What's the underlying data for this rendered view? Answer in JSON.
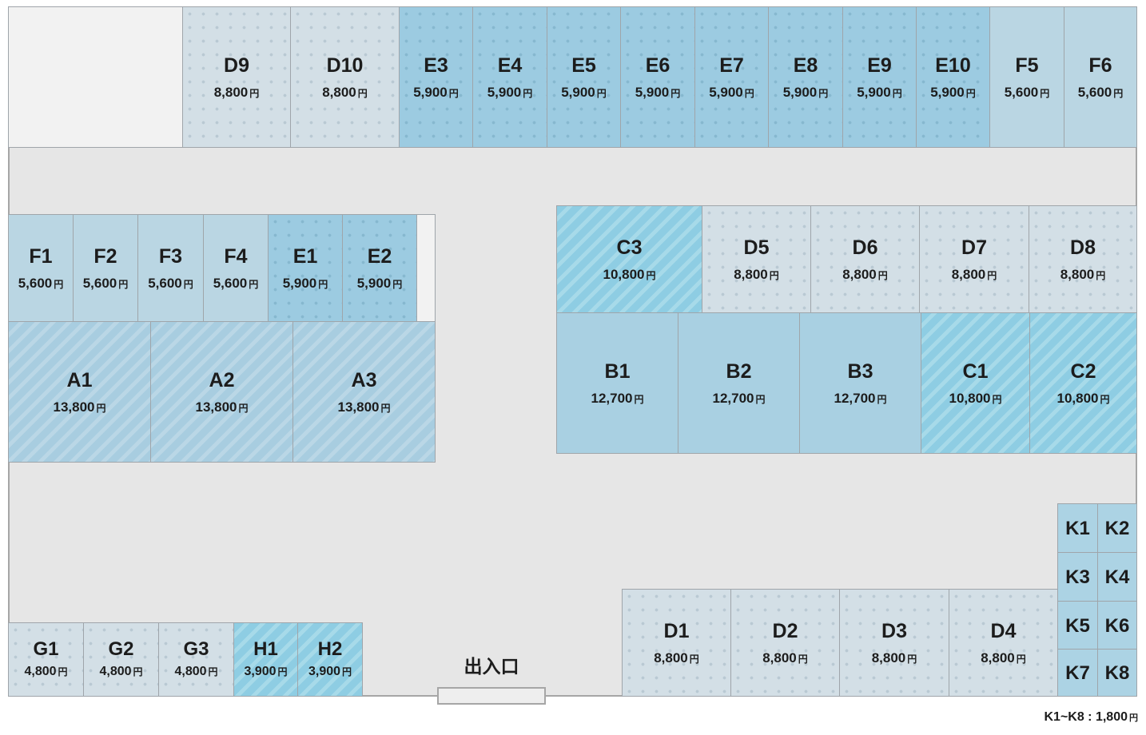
{
  "currency": "円",
  "entrance_label": "出入口",
  "note": {
    "text": "K1~K8 : 1,800"
  },
  "units": [
    {
      "id": "D9",
      "price": "8,800"
    },
    {
      "id": "D10",
      "price": "8,800"
    },
    {
      "id": "E3",
      "price": "5,900"
    },
    {
      "id": "E4",
      "price": "5,900"
    },
    {
      "id": "E5",
      "price": "5,900"
    },
    {
      "id": "E6",
      "price": "5,900"
    },
    {
      "id": "E7",
      "price": "5,900"
    },
    {
      "id": "E8",
      "price": "5,900"
    },
    {
      "id": "E9",
      "price": "5,900"
    },
    {
      "id": "E10",
      "price": "5,900"
    },
    {
      "id": "F5",
      "price": "5,600"
    },
    {
      "id": "F6",
      "price": "5,600"
    },
    {
      "id": "F1",
      "price": "5,600"
    },
    {
      "id": "F2",
      "price": "5,600"
    },
    {
      "id": "F3",
      "price": "5,600"
    },
    {
      "id": "F4",
      "price": "5,600"
    },
    {
      "id": "E1",
      "price": "5,900"
    },
    {
      "id": "E2",
      "price": "5,900"
    },
    {
      "id": "A1",
      "price": "13,800"
    },
    {
      "id": "A2",
      "price": "13,800"
    },
    {
      "id": "A3",
      "price": "13,800"
    },
    {
      "id": "C3",
      "price": "10,800"
    },
    {
      "id": "D5",
      "price": "8,800"
    },
    {
      "id": "D6",
      "price": "8,800"
    },
    {
      "id": "D7",
      "price": "8,800"
    },
    {
      "id": "D8",
      "price": "8,800"
    },
    {
      "id": "B1",
      "price": "12,700"
    },
    {
      "id": "B2",
      "price": "12,700"
    },
    {
      "id": "B3",
      "price": "12,700"
    },
    {
      "id": "C1",
      "price": "10,800"
    },
    {
      "id": "C2",
      "price": "10,800"
    },
    {
      "id": "G1",
      "price": "4,800"
    },
    {
      "id": "G2",
      "price": "4,800"
    },
    {
      "id": "G3",
      "price": "4,800"
    },
    {
      "id": "H1",
      "price": "3,900"
    },
    {
      "id": "H2",
      "price": "3,900"
    },
    {
      "id": "D1",
      "price": "8,800"
    },
    {
      "id": "D2",
      "price": "8,800"
    },
    {
      "id": "D3",
      "price": "8,800"
    },
    {
      "id": "D4",
      "price": "8,800"
    },
    {
      "id": "K1",
      "price": ""
    },
    {
      "id": "K2",
      "price": ""
    },
    {
      "id": "K3",
      "price": ""
    },
    {
      "id": "K4",
      "price": ""
    },
    {
      "id": "K5",
      "price": ""
    },
    {
      "id": "K6",
      "price": ""
    },
    {
      "id": "K7",
      "price": ""
    },
    {
      "id": "K8",
      "price": ""
    }
  ],
  "colors": {
    "floor": "#e6e6e6",
    "dots_grey": "#d3dfe6",
    "dots_blue": "#9ccbe1",
    "stripe_a": "#a8cde0",
    "stripe_c": "#8ecde3",
    "solid_b": "#a9d0e2",
    "solid_f": "#bad6e3"
  }
}
